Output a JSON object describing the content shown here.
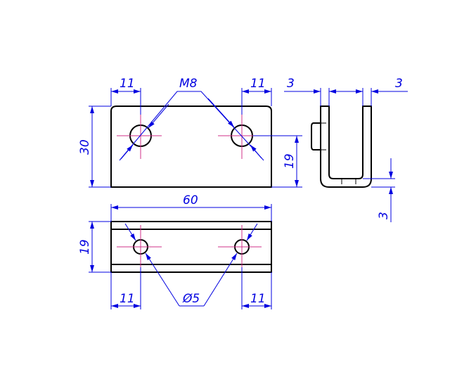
{
  "front_view": {
    "dim_left": "11",
    "dim_right": "11",
    "thread_label": "M8",
    "dim_height": "30",
    "dim_hole_height": "19"
  },
  "side_view": {
    "dim_wall_left": "3",
    "dim_wall_right": "3",
    "dim_base": "3"
  },
  "plan_view": {
    "dim_length": "60",
    "dim_width": "19",
    "dim_left": "11",
    "dim_right": "11",
    "hole_label": "Ø5"
  },
  "colors": {
    "outline": "#000000",
    "dimension": "#0000e0",
    "centerline": "#d0308a"
  }
}
